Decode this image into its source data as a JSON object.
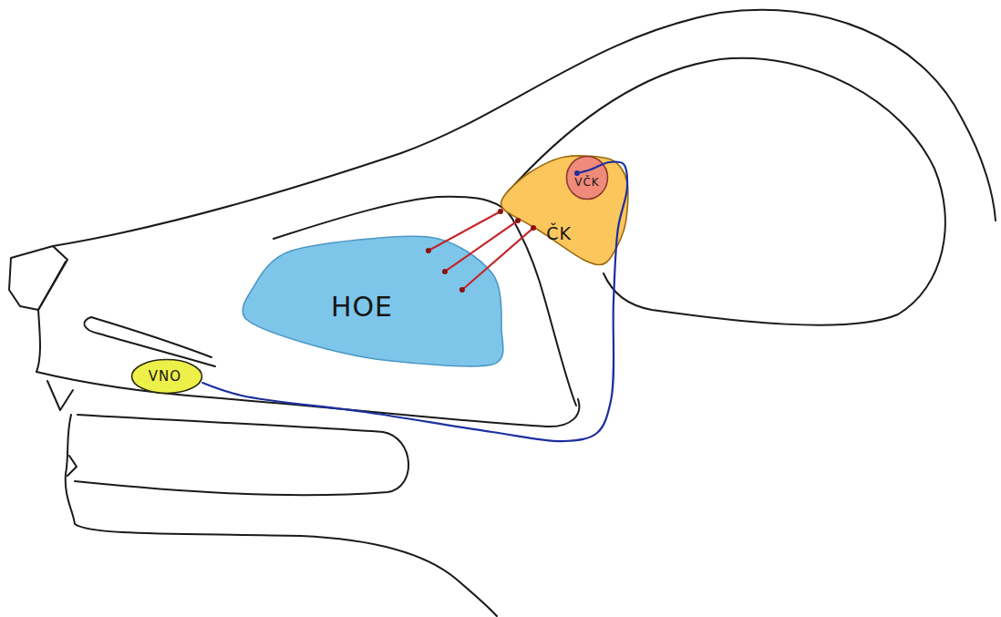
{
  "diagram": {
    "nodes": [
      {
        "text": [
          "ČK"
        ]
      },
      {
        "text": [
          "VČK"
        ],
        "in": 0
      },
      {
        "text": [
          "HOE"
        ]
      },
      {
        "text": [
          "VNO"
        ]
      }
    ],
    "edges": [
      {
        "from": 2,
        "to": 0,
        "arrow": "none"
      },
      {
        "from": 2,
        "to": 0,
        "arrow": "none"
      },
      {
        "from": 2,
        "to": 0,
        "arrow": "none"
      },
      {
        "from": 3,
        "to": 1,
        "arrow": "none"
      }
    ]
  }
}
